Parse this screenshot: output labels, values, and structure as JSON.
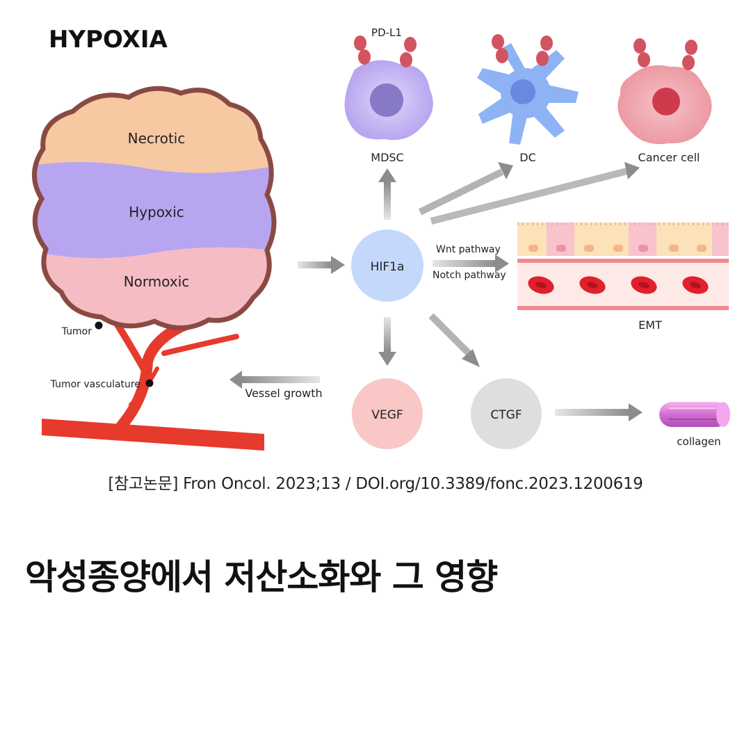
{
  "diagram": {
    "title": "HYPOXIA",
    "tumor": {
      "zones": [
        "Necrotic",
        "Hypoxic",
        "Normoxic"
      ],
      "callout_tumor": "Tumor",
      "callout_vasculature": "Tumor vasculature"
    },
    "hub": "HIF1a",
    "cells": {
      "pdl1": "PD-L1",
      "mdsc": "MDSC",
      "dc": "DC",
      "cancer": "Cancer cell"
    },
    "pathways": {
      "wnt": "Wnt pathway",
      "notch": "Notch pathway"
    },
    "emt": "EMT",
    "vegf": "VEGF",
    "ctgf": "CTGF",
    "vessel_growth": "Vessel growth",
    "collagen": "collagen"
  },
  "citation": "[참고논문] Fron Oncol. 2023;13 / DOI.org/10.3389/fonc.2023.1200619",
  "headline": "악성종양에서 저산소화와 그 영향",
  "colors": {
    "necrotic": "#f7c9a3",
    "hypoxic": "#b7a6ef",
    "normoxic": "#f6bcc4",
    "hub": "#c3d8fb",
    "vegf": "#f8c7c6",
    "ctgf": "#dedede",
    "vessel": "#ea3c2e"
  }
}
